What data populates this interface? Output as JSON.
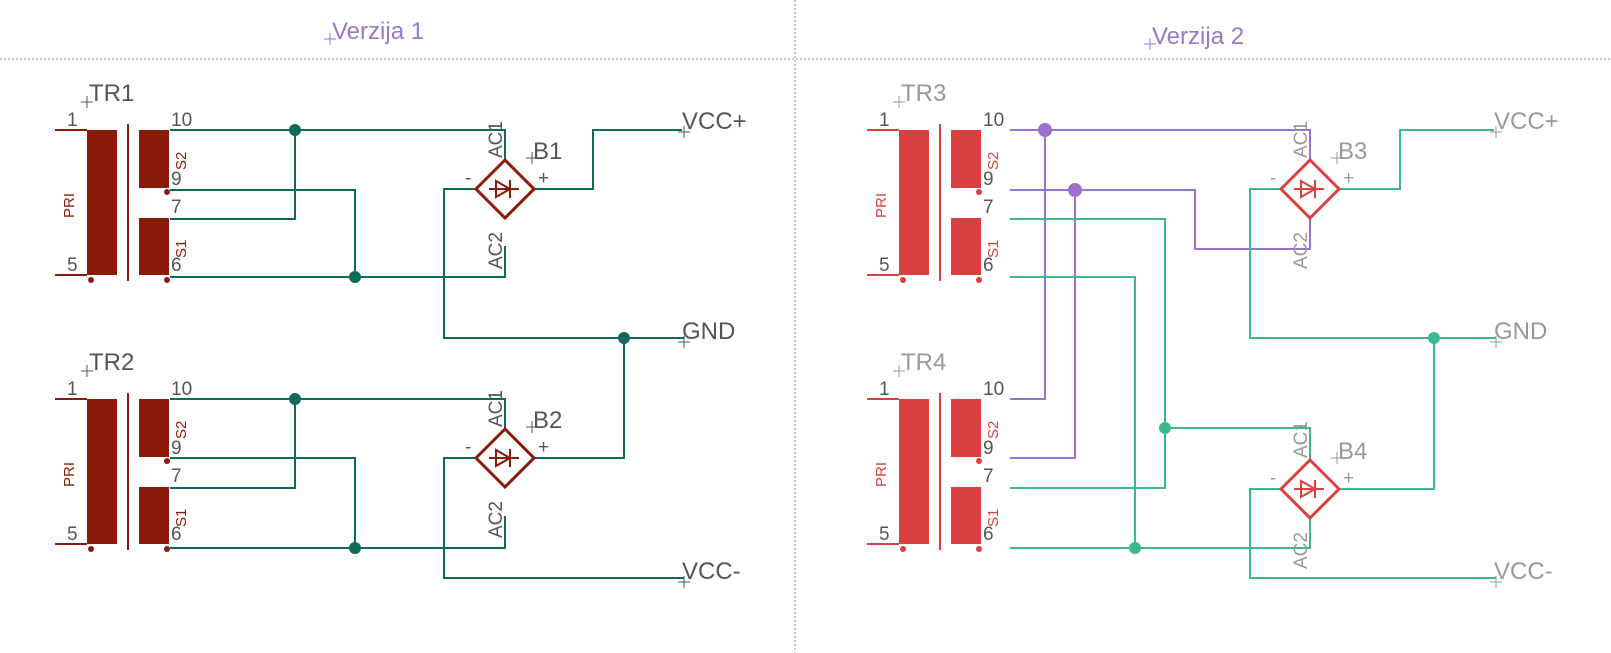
{
  "colors": {
    "title": "#9b77c9",
    "divider": "#888888",
    "body_v1": "#8a1a0a",
    "body_v2": "#d9403f",
    "wire_v1": "#0e6a5a",
    "wire_v2_green": "#3cb88e",
    "wire_v2_purple": "#9a72c8",
    "text_v1": "#555555",
    "text_v2": "#999999"
  },
  "panels": [
    {
      "title": "Verzija 1",
      "transformers": [
        {
          "ref": "TR1",
          "primary": "PRI",
          "coil1": "S2",
          "coil2": "S1",
          "pins": [
            "1",
            "5",
            "10",
            "9",
            "7",
            "6"
          ]
        },
        {
          "ref": "TR2",
          "primary": "PRI",
          "coil1": "S2",
          "coil2": "S1",
          "pins": [
            "1",
            "5",
            "10",
            "9",
            "7",
            "6"
          ]
        }
      ],
      "bridges": [
        {
          "ref": "B1",
          "ac1": "AC1",
          "ac2": "AC2",
          "minus": "-",
          "plus": "+"
        },
        {
          "ref": "B2",
          "ac1": "AC1",
          "ac2": "AC2",
          "minus": "-",
          "plus": "+"
        }
      ],
      "nets": [
        "VCC+",
        "GND",
        "VCC-"
      ]
    },
    {
      "title": "Verzija 2",
      "transformers": [
        {
          "ref": "TR3",
          "primary": "PRI",
          "coil1": "S2",
          "coil2": "S1",
          "pins": [
            "1",
            "5",
            "10",
            "9",
            "7",
            "6"
          ]
        },
        {
          "ref": "TR4",
          "primary": "PRI",
          "coil1": "S2",
          "coil2": "S1",
          "pins": [
            "1",
            "5",
            "10",
            "9",
            "7",
            "6"
          ]
        }
      ],
      "bridges": [
        {
          "ref": "B3",
          "ac1": "AC1",
          "ac2": "AC2",
          "minus": "-",
          "plus": "+"
        },
        {
          "ref": "B4",
          "ac1": "AC1",
          "ac2": "AC2",
          "minus": "-",
          "plus": "+"
        }
      ],
      "nets": [
        "VCC+",
        "GND",
        "VCC-"
      ]
    }
  ]
}
